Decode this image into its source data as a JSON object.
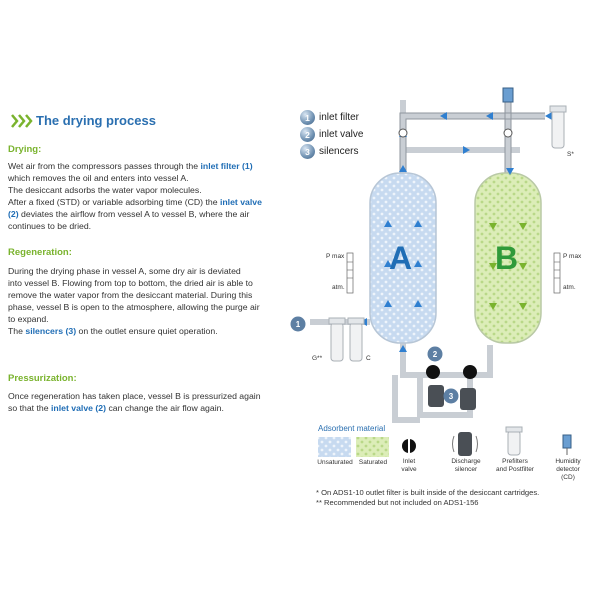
{
  "title": "The drying process",
  "sections": {
    "drying": {
      "heading": "Drying:",
      "l1": "Wet air from the compressors passes through the ",
      "l1_hl": "inlet filter (1)",
      "l2": "which removes the oil and enters into vessel A.",
      "l3": "The desiccant adsorbs the water vapor molecules.",
      "l4": "After a fixed (STD) or variable adsorbing time (CD) the ",
      "l4_hl": "inlet valve",
      "l5_hl": "(2)",
      "l5": " deviates the airflow from vessel A to vessel B, where the air",
      "l6": "continues to be dried."
    },
    "regeneration": {
      "heading": "Regeneration:",
      "l1": "During the drying phase in vessel A, some dry air is deviated",
      "l2": "into vessel B. Flowing from top to bottom, the dried air is able to",
      "l3": "remove the water vapor from the desiccant material.  During this",
      "l4": "phase, vessel B is open to the atmosphere, allowing the purge air",
      "l5": "to expand.",
      "l6_pre": "The ",
      "l6_hl": "silencers (3)",
      "l6": "  on the outlet ensure quiet operation."
    },
    "pressurization": {
      "heading": "Pressurization:",
      "l1": "Once regeneration has taken place, vessel B is pressurized again",
      "l2_pre": "so that the ",
      "l2_hl": "inlet valve (2)",
      "l2": "  can change the air flow again."
    }
  },
  "key": [
    {
      "num": "1",
      "label": "inlet filter"
    },
    {
      "num": "2",
      "label": "inlet valve"
    },
    {
      "num": "3",
      "label": "silencers"
    }
  ],
  "vessels": {
    "a": "A",
    "b": "B"
  },
  "gauge": {
    "pmax": "P max",
    "atm": "atm."
  },
  "diagram_labels": {
    "g": "G**",
    "c": "C",
    "s": "S*"
  },
  "legend": {
    "heading": "Adsorbent material",
    "unsaturated": "Unsaturated",
    "saturated": "Saturated",
    "inlet_valve_l1": "Inlet",
    "inlet_valve_l2": "valve",
    "silencer_l1": "Discharge",
    "silencer_l2": "silencer",
    "filters_l1": "Prefilters",
    "filters_l2": "and Postfilter",
    "detector_l1": "Humidity",
    "detector_l2": "detector",
    "detector_l3": "(CD)"
  },
  "footnotes": {
    "f1": "* On ADS1-10 outlet filter is built inside of the desiccant cartridges.",
    "f2": "** Recommended but not included on ADS1-156"
  },
  "colors": {
    "accent_blue": "#2a6fb0",
    "accent_green": "#7ab32e",
    "vessel_a": "#c7daf0",
    "vessel_b": "#d9ecb4",
    "pipe": "#c9ced4",
    "arrow": "#2f7fd0"
  }
}
